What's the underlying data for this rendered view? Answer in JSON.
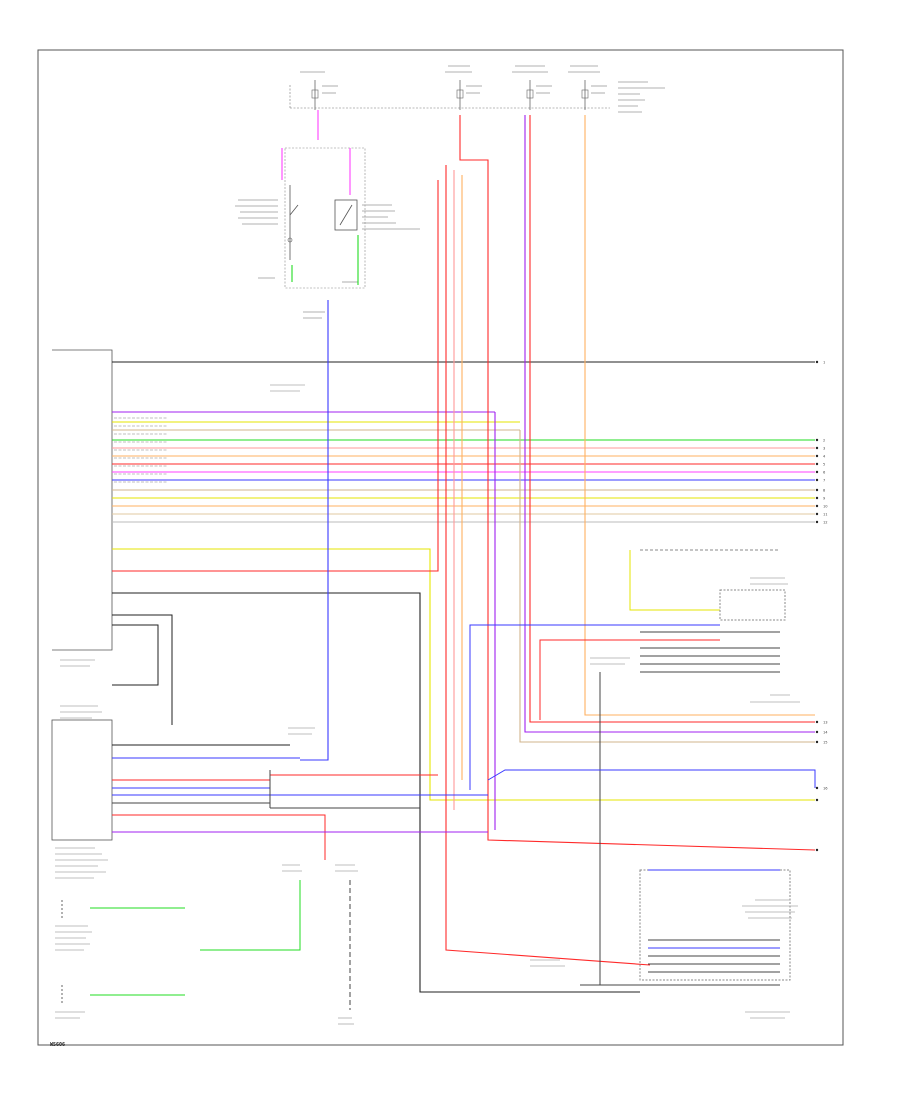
{
  "image_ref": "W5606",
  "right_connector_labels": [
    "1",
    "2",
    "3",
    "4",
    "5",
    "6",
    "7",
    "8",
    "9",
    "10",
    "11",
    "12",
    "13",
    "14",
    "15",
    "16"
  ],
  "colors": {
    "red": "#ff2a2a",
    "blue": "#3a3aff",
    "green": "#22dd22",
    "yellow": "#e6e600",
    "orange": "#ffb060",
    "violet": "#a020f0",
    "magenta": "#ff40ff",
    "black": "#222222",
    "tan": "#d2b48c",
    "pink": "#ff9999"
  }
}
